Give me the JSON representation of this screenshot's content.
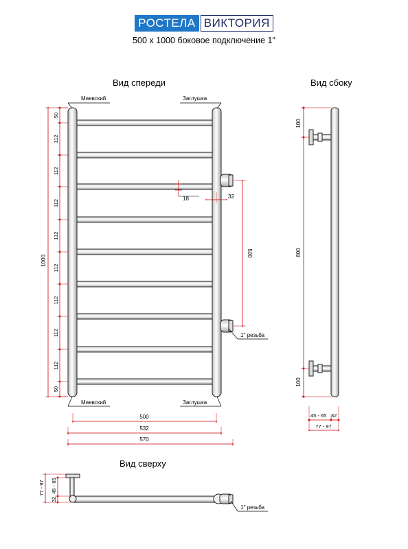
{
  "header": {
    "brand": "РОСТЕЛА",
    "model": "ВИКТОРИЯ",
    "subtitle": "500 x 1000 боковое подключение 1\""
  },
  "views": {
    "front": "Вид спереди",
    "side": "Вид сбоку",
    "top": "Вид сверху"
  },
  "front": {
    "label_top_left": "Маевский",
    "label_top_right": "Заглушка",
    "label_bottom_left": "Маевский",
    "label_bottom_right": "Заглушка",
    "total_height": "1000",
    "segments": [
      "50",
      "112",
      "112",
      "112",
      "112",
      "112",
      "112",
      "112",
      "112",
      "50"
    ],
    "rung_thickness": "18",
    "outlet_offset": "32",
    "center_distance": "500",
    "thread_label": "1'' резьба",
    "width_inner": "500",
    "width_mid": "532",
    "width_outer": "570"
  },
  "side": {
    "top_offset": "100",
    "middle": "800",
    "bottom_offset": "100",
    "depth_range": "45 - 65",
    "depth_pipe": "32",
    "total_depth": "77 - 97"
  },
  "top": {
    "dim_outer": "77 - 97",
    "dim_inner": "32",
    "dim_range": "45 - 65",
    "thread_label": "1'' резьба"
  },
  "colors": {
    "brand_blue": "#1f77c8",
    "brand_dark": "#1f2f66",
    "dimension_red": "#cc0000",
    "pipe_stroke": "#222222",
    "pipe_fill": "#f0f0f0"
  }
}
